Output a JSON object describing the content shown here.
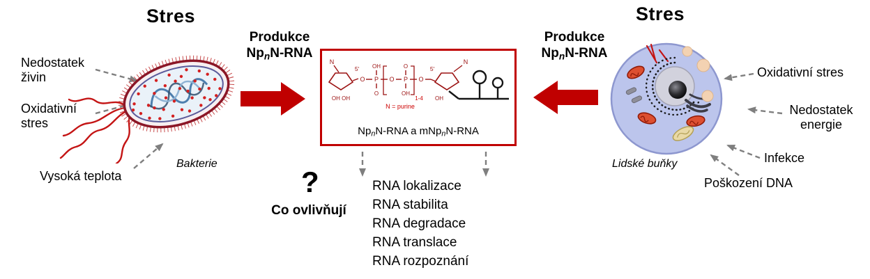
{
  "left": {
    "title": "Stres",
    "stressor_1": "Nedostatek\nživin",
    "stressor_2": "Oxidativní\nstres",
    "stressor_3": "Vysoká teplota",
    "organism": "Bakterie"
  },
  "right": {
    "title": "Stres",
    "stressor_1": "Oxidativní stres",
    "stressor_2": "Nedostatek\nenergie",
    "stressor_3": "Infekce",
    "stressor_4": "Poškození DNA",
    "organism": "Lidské buňky"
  },
  "produkce": {
    "line1": "Produkce",
    "np": "Np",
    "sub": "n",
    "rest": "N-RNA"
  },
  "center": {
    "caption": {
      "p1": "Np",
      "p2": "n",
      "p3": "N-RNA a mNp",
      "p4": "n",
      "p5": "N-RNA"
    },
    "question_mark": "?",
    "question_label": "Co ovlivňují",
    "effects": [
      "RNA lokalizace",
      "RNA stabilita",
      "RNA degradace",
      "RNA translace",
      "RNA rozpoznání"
    ],
    "structure": {
      "n_left": "N",
      "n_right": "N",
      "five_left": "5'",
      "five_right": "5'",
      "o1": "O",
      "p1": "P",
      "o2": "O",
      "p2": "P",
      "o3": "O",
      "oh_top": "OH",
      "o_top": "O",
      "o_bottom": "O",
      "oh_bottom": "OH",
      "range": "1-4",
      "n_purine": "N = purine",
      "oh_left": "OH OH",
      "oh_right": "OH"
    }
  },
  "colors": {
    "accent_red": "#c00000",
    "structure_dark_red": "#9b1212",
    "annotation_red": "#cc0000",
    "arrow_gray": "#7f7f7f",
    "cell_fill": "#bcc5ec",
    "mitochondria_fill": "#dd4f30"
  }
}
